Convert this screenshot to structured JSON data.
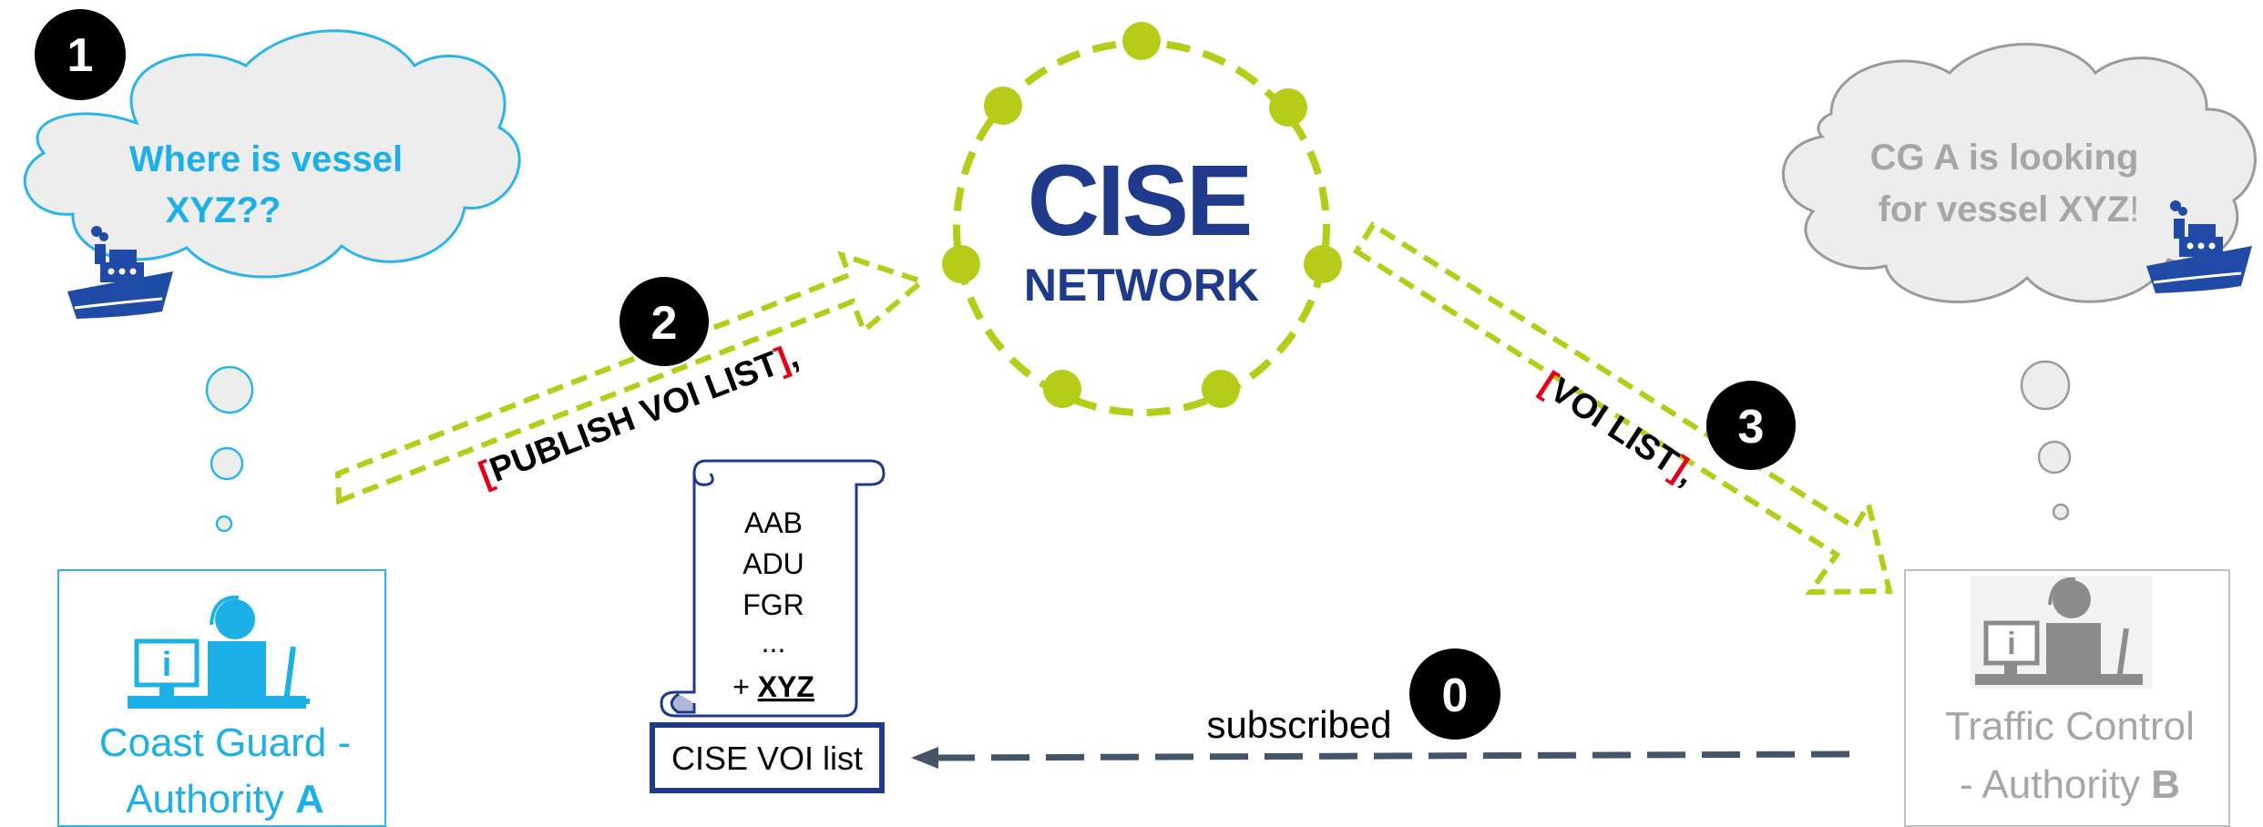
{
  "steps": {
    "step1": "1",
    "step2": "2",
    "step3": "3",
    "step0": "0"
  },
  "thought_a": {
    "line1": "Where is vessel",
    "line2": "XYZ??"
  },
  "thought_b": {
    "line1": "CG A is looking",
    "line2": "for vessel XYZ",
    "line2_end": "!"
  },
  "network": {
    "title": "CISE",
    "subtitle": "NETWORK"
  },
  "arrow_publish": {
    "bracket_open": "[",
    "label": "PUBLISH VOI LIST",
    "bracket_close": "]",
    "comma": ","
  },
  "arrow_deliver": {
    "bracket_open": "[",
    "label": "VOI LIST",
    "bracket_close": "]",
    "comma": ","
  },
  "scroll": {
    "items": [
      "AAB",
      "ADU",
      "FGR",
      "..."
    ],
    "added_prefix": "+ ",
    "added_item": "XYZ"
  },
  "voi_list_box": {
    "label": "CISE VOI list"
  },
  "subscription": {
    "label": "subscribed"
  },
  "authority_a": {
    "line1": "Coast Guard -",
    "line2_prefix": "Authority ",
    "line2_bold": "A"
  },
  "authority_b": {
    "line1": "Traffic Control",
    "line2_prefix": "- Authority ",
    "line2_bold": "B"
  },
  "colors": {
    "coast_guard_blue": "#1cb0e6",
    "cise_navy": "#1f3a8a",
    "network_green": "#b5cc18",
    "cloud_fill": "#ededed",
    "cloud_stroke_a": "#2bb4ea",
    "cloud_stroke_b": "#9a9a9a",
    "faded_gray": "#a6a6a6",
    "accent_red": "#e3001b",
    "dashed_arrow": "#44546a"
  },
  "icons": {
    "ship": "ship-icon",
    "operator": "operator-workstation-icon",
    "scroll": "scroll-document-icon"
  }
}
